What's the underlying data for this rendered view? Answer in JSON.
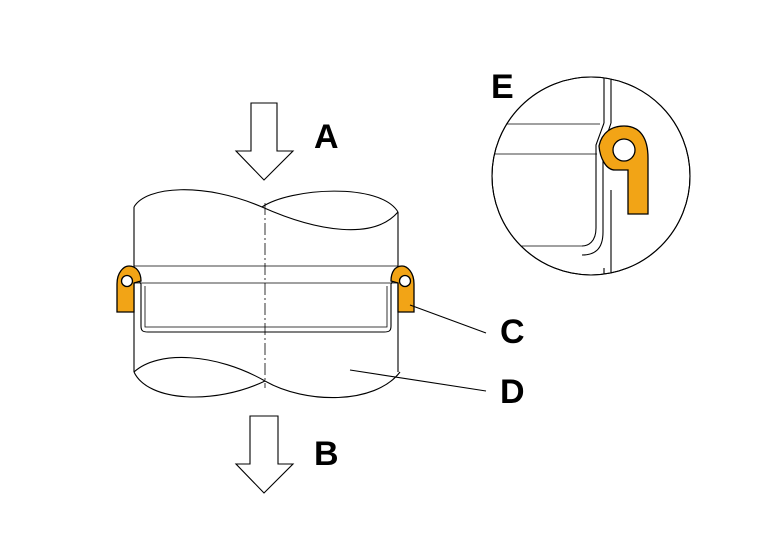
{
  "labels": {
    "a": "A",
    "b": "B",
    "c": "C",
    "d": "D",
    "e": "E"
  },
  "colors": {
    "seal": "#F2A416",
    "line": "#000000",
    "background": "#FFFFFF"
  },
  "icons": {
    "flow_in": "down-arrow-icon",
    "flow_out": "down-arrow-icon"
  }
}
